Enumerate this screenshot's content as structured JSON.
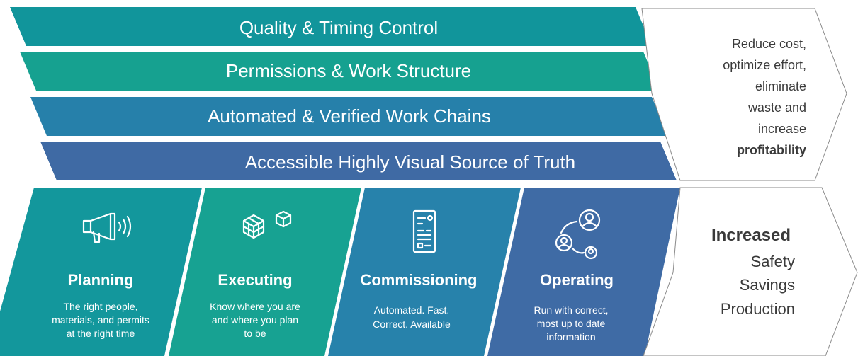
{
  "bands": [
    {
      "label": "Quality & Timing Control",
      "color": "#11959b"
    },
    {
      "label": "Permissions & Work Structure",
      "color": "#16a190"
    },
    {
      "label": "Automated & Verified Work Chains",
      "color": "#2680aa"
    },
    {
      "label": "Accessible Highly Visual Source of Truth",
      "color": "#3f6aa4"
    }
  ],
  "benefit": {
    "lines": [
      "Reduce cost,",
      "optimize effort,",
      "eliminate",
      "waste and",
      "increase"
    ],
    "bold": "profitability"
  },
  "phases": [
    {
      "title": "Planning",
      "icon": "megaphone-icon",
      "color": "#13979c",
      "desc": [
        "The right people,",
        "materials, and permits",
        "at the right time"
      ]
    },
    {
      "title": "Executing",
      "icon": "cubes-icon",
      "color": "#17a292",
      "desc": [
        "Know where you are",
        "and where you plan",
        "to be"
      ]
    },
    {
      "title": "Commissioning",
      "icon": "checklist-icon",
      "color": "#2782ab",
      "desc": [
        "Automated. Fast.",
        "Correct.  Available"
      ]
    },
    {
      "title": "Operating",
      "icon": "people-network-icon",
      "color": "#3f6ba5",
      "desc": [
        "Run with correct,",
        "most up to date",
        "information"
      ]
    }
  ],
  "results": {
    "title": "Increased",
    "items": [
      "Safety",
      "Savings",
      "Production"
    ]
  }
}
